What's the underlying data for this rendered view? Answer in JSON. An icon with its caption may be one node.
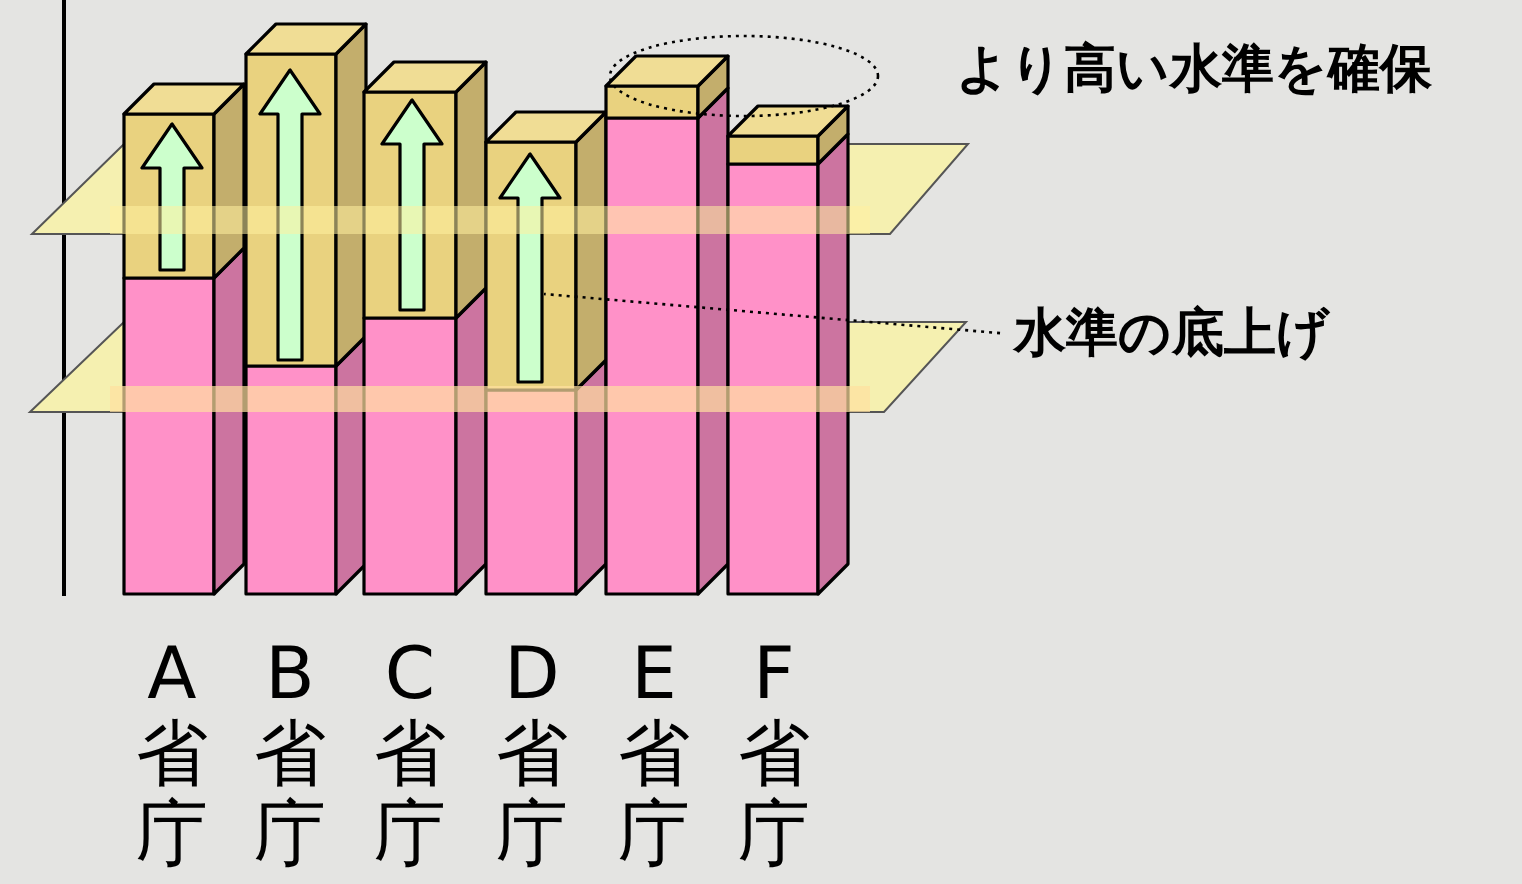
{
  "diagram": {
    "nodes": [
      {
        "text": [
          "水準の底上げ"
        ]
      },
      {
        "text": [],
        "shape": "arrow"
      }
    ],
    "edges": [
      {
        "from": 0,
        "to": 1,
        "arrow": "none",
        "style": "dashed"
      }
    ],
    "labels": [
      "より高い水準を確保",
      "A省庁",
      "B省庁",
      "C省庁",
      "D省庁",
      "E省庁",
      "F省庁"
    ]
  }
}
